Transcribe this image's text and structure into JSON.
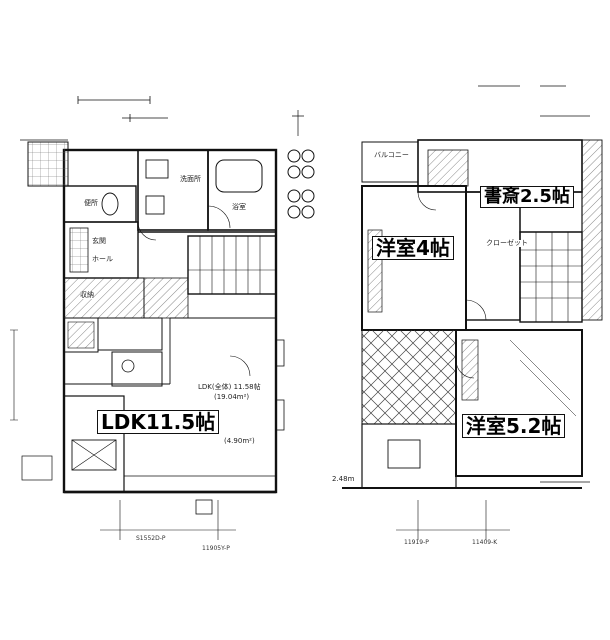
{
  "rooms": {
    "ldk": "LDK11.5帖",
    "study": "書斎2.5帖",
    "western_room_4": "洋室4帖",
    "western_room_5": "洋室5.2帖"
  },
  "small_labels": {
    "washroom": "洗面所",
    "bath": "浴室",
    "entrance": "玄関",
    "hall": "ホール",
    "balcony": "バルコニー",
    "toilet": "便所",
    "ldk_area": "LDK(全体) 11.58帖",
    "ldk_area_m2": "(19.04m²)",
    "kitchen_area": "(4.90m²)",
    "storage": "収納",
    "closet": "クローゼット",
    "ceiling_height": "2.48m"
  },
  "bottom_labels": {
    "left_a": "S1552D-P",
    "left_b": "11905Y-P",
    "right_a": "11919-P",
    "right_b": "11409-K"
  },
  "colors": {
    "line": "#111111",
    "hatch": "#555555",
    "paper": "#ffffff"
  }
}
